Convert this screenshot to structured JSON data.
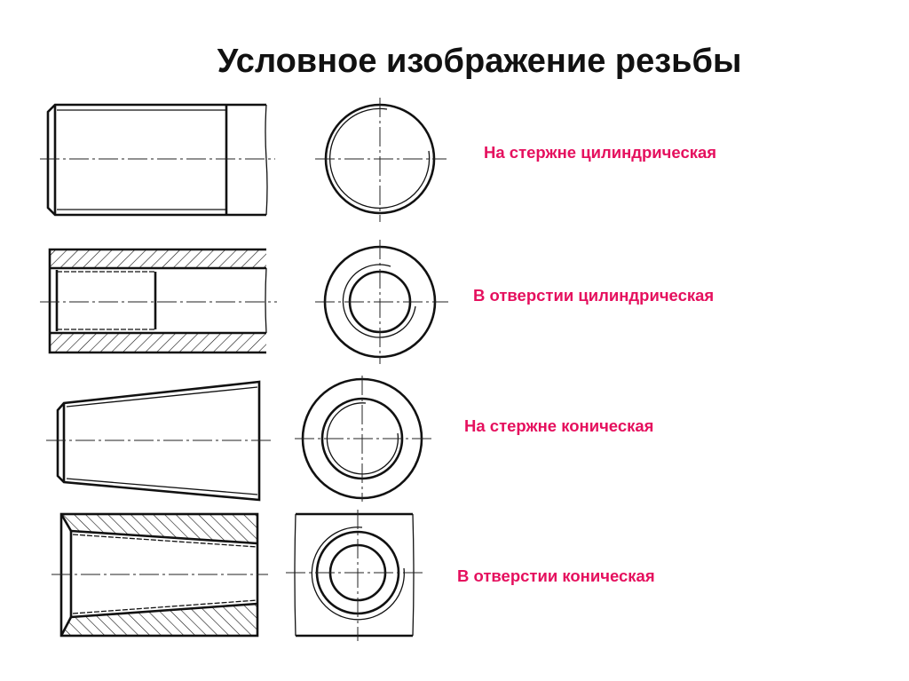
{
  "title": "Условное изображение резьбы",
  "labels": [
    "На стержне цилиндрическая",
    "В отверстии цилиндрическая",
    "На стержне коническая",
    "В отверстии коническая"
  ],
  "colors": {
    "label": "#e5105e",
    "lines": "#111111"
  }
}
